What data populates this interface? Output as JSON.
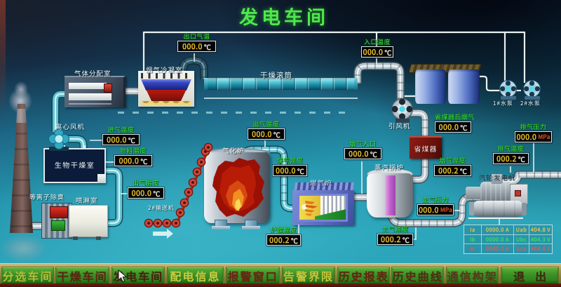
{
  "title": "发电车间",
  "colors": {
    "background_teal": "#27a3b8",
    "background_dark_navy": "#0e1726",
    "title_green": "#4ee84e",
    "label_green": "#3ce83c",
    "readout_value_yellow": "#f2c832",
    "readout_unit_temp": "#f0f0e8",
    "readout_unit_pressure": "#e0501e",
    "button_green": "#3c9126",
    "bar_tan": "#b3a75f",
    "bottom_strip_maroon": "#5a170b"
  },
  "equipment": {
    "gas_distribution_room": "气体分配室",
    "flue_gas_condenser": "烟气冷凝室",
    "drying_drum": "干燥滚筒",
    "centrifugal_fan": "离心风机",
    "induced_draft_fan": "引风机",
    "bio_drying_room": "生物干燥室",
    "plasma_deodorizer": "等离子除臭",
    "spray_room": "喷淋室",
    "conveyor_2": "2#输送机",
    "gasifier": "气化炉",
    "gas_furnace": "燃气炉",
    "steam_boiler": "蒸汽锅炉",
    "economizer": "省煤器",
    "turbine_generator": "汽轮发电机",
    "water_pump_1": "1#水泵",
    "water_pump_2": "2#水泵"
  },
  "readouts": [
    {
      "id": "outlet-gas-temp",
      "label": "出口气温",
      "value": "000.0",
      "unit": "℃"
    },
    {
      "id": "inlet-temp",
      "label": "入口温度",
      "value": "000.0",
      "unit": "℃"
    },
    {
      "id": "intake-air-temp",
      "label": "进气温度",
      "value": "000.0",
      "unit": "℃"
    },
    {
      "id": "material-temp",
      "label": "物料温度",
      "value": "000.0",
      "unit": "℃"
    },
    {
      "id": "out-air-temp",
      "label": "出气温度",
      "value": "000.0",
      "unit": "℃"
    },
    {
      "id": "gasifier-out-temp",
      "label": "出气温度",
      "value": "000.0",
      "unit": "℃"
    },
    {
      "id": "syngas-temp",
      "label": "煤气温度",
      "value": "000.0",
      "unit": "℃"
    },
    {
      "id": "flue-inlet-temp",
      "label": "烟气入口",
      "value": "000.0",
      "unit": "℃"
    },
    {
      "id": "after-economizer-temp",
      "label": "省煤器后烟气",
      "value": "000.0",
      "unit": "℃"
    },
    {
      "id": "flue-gas-temp",
      "label": "烟气温度",
      "value": "000.2",
      "unit": "℃"
    },
    {
      "id": "exhaust-pressure",
      "label": "排气压力",
      "value": "000.0",
      "unit": "MPa"
    },
    {
      "id": "exhaust-temp",
      "label": "排气温度",
      "value": "000.2",
      "unit": "℃"
    },
    {
      "id": "main-steam-pressure",
      "label": "主气压力",
      "value": "000.0",
      "unit": "MPa"
    },
    {
      "id": "main-steam-temp",
      "label": "主气温度",
      "value": "000.2",
      "unit": "℃"
    },
    {
      "id": "furnace-temp",
      "label": "炉膛温度",
      "value": "000.2",
      "unit": "℃"
    }
  ],
  "generator_table": {
    "rows": [
      {
        "style": "color:#e8c24e",
        "cells": [
          "Ia",
          "0000.0 A",
          "Uab",
          "404.8 V"
        ]
      },
      {
        "style": "color:#42da66",
        "cells": [
          "Ib",
          "0000.0 A",
          "Ubc",
          "404.3 V"
        ]
      },
      {
        "style": "color:#e05a60",
        "cells": [
          "Ic",
          "0000.0 A",
          "Uca",
          "404.6 V"
        ]
      }
    ]
  },
  "nav": {
    "buttons": [
      {
        "label": "分选车间",
        "style": "color:#b6bf3a"
      },
      {
        "label": "干燥车间",
        "style": "color:#5a2812"
      },
      {
        "label": "发电车间",
        "style": "color:#46230e"
      },
      {
        "label": "配电信息",
        "style": "color:#c9cf42"
      },
      {
        "label": "报警窗口",
        "style": "color:#6b2514"
      },
      {
        "label": "告警界限",
        "style": "color:#c6c53c"
      },
      {
        "label": "历史报表",
        "style": "color:#64260f"
      },
      {
        "label": "历史曲线",
        "style": "color:#542d12"
      },
      {
        "label": "通信构架",
        "style": "color:#5a3a1c"
      },
      {
        "label": "退出",
        "style": "color:#42290f;letter-spacing:15px;text-indent:15px"
      }
    ]
  }
}
